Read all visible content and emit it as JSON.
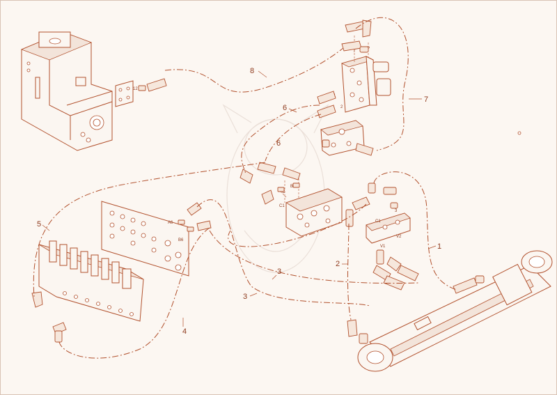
{
  "callouts": {
    "c1": "1",
    "c2": "2",
    "c3a": "3",
    "c3b": "3",
    "c4": "4",
    "c5": "5",
    "c6a": "6",
    "c6b": "6",
    "c7": "7",
    "c8": "8"
  },
  "port_labels": {
    "t": "T",
    "p": "P",
    "b1": "B1",
    "c": "C",
    "c1": "C1",
    "v1": "V1",
    "v2": "V2",
    "a6": "A6",
    "b6": "B6",
    "n12": "12",
    "n1": "1",
    "n2": "2",
    "n3": "3"
  },
  "colors": {
    "line": "#b1502c",
    "background": "#fcf7f2",
    "watermark": "#eadfd8"
  }
}
